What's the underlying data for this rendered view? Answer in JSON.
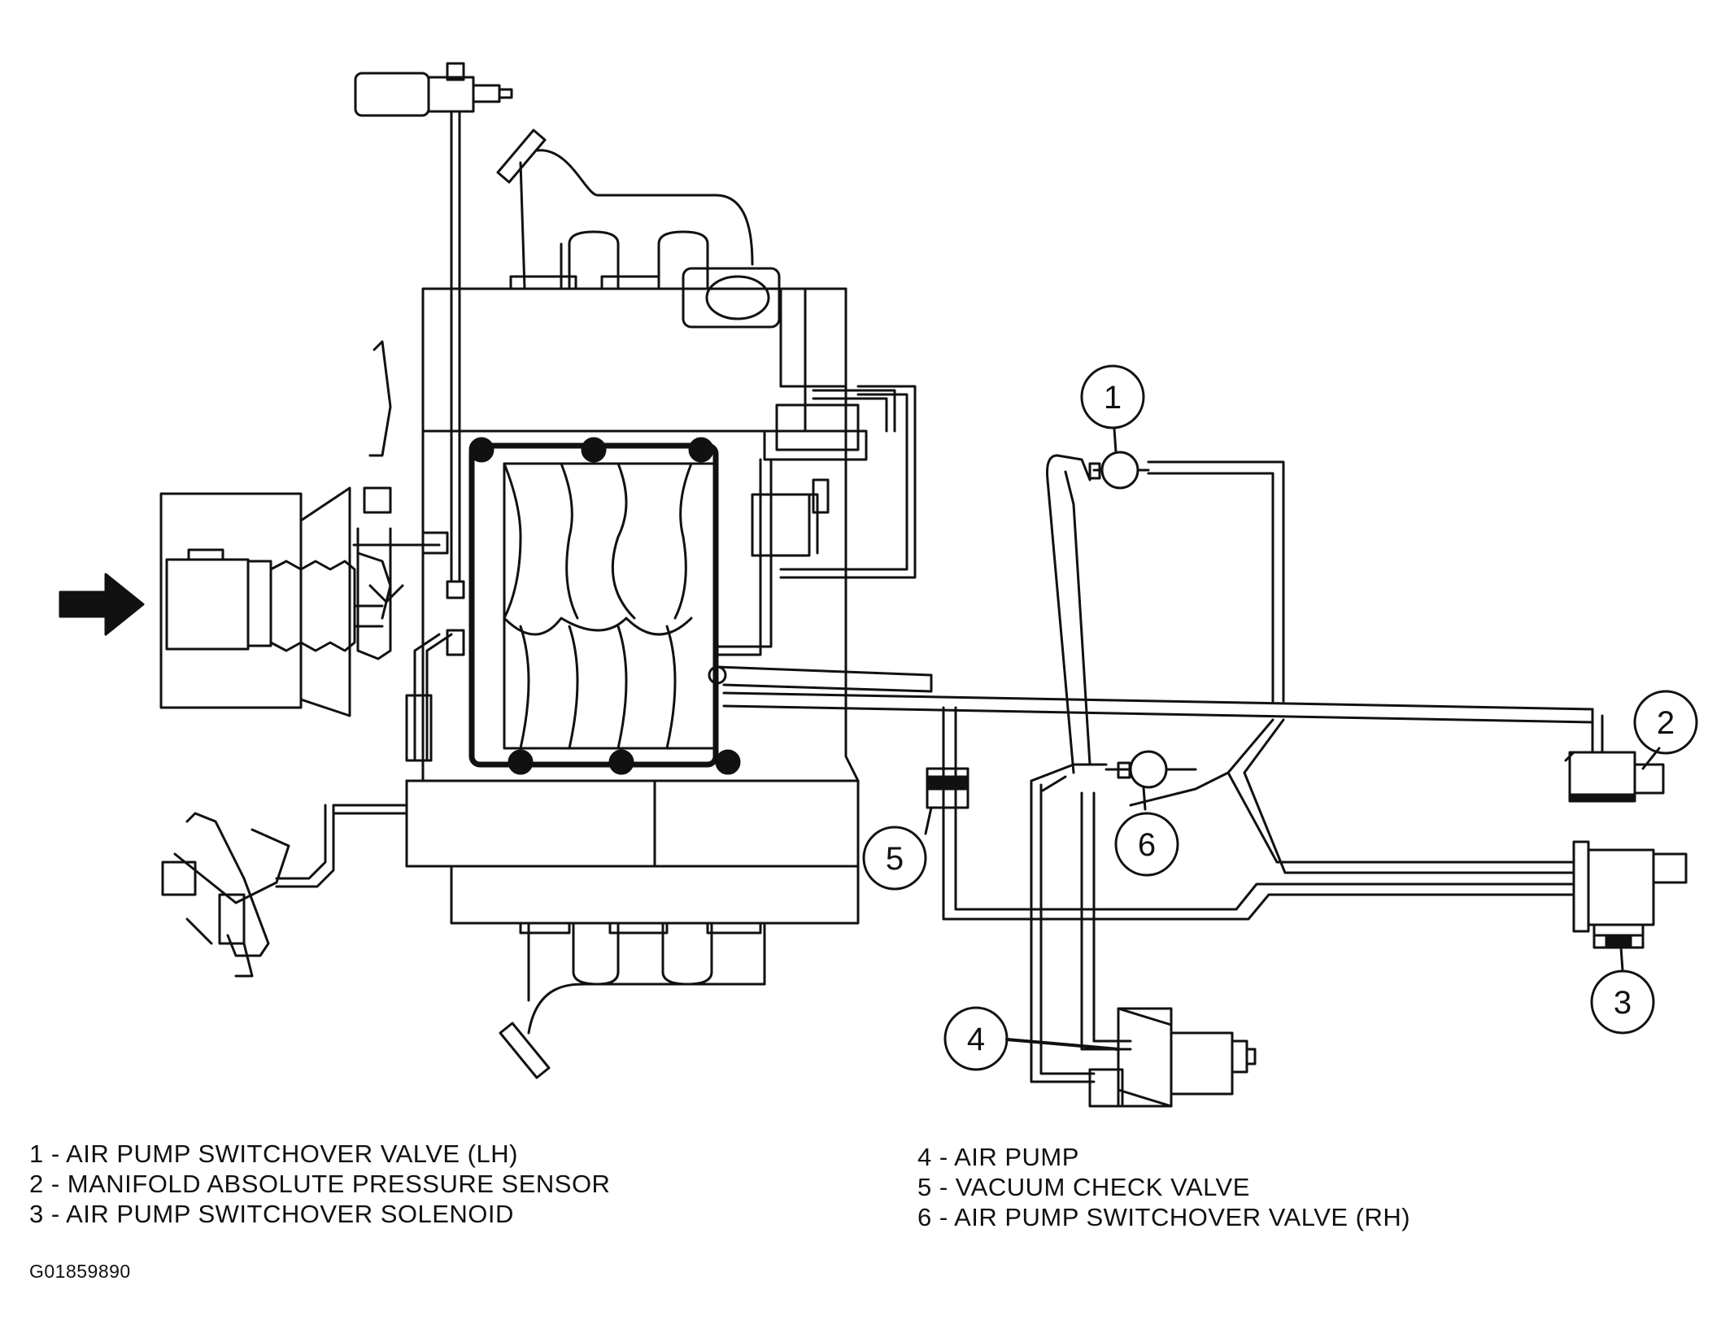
{
  "callouts": [
    "1",
    "2",
    "3",
    "4",
    "5",
    "6"
  ],
  "legend_left": [
    "1 - AIR PUMP SWITCHOVER VALVE (LH)",
    "2 - MANIFOLD ABSOLUTE PRESSURE SENSOR",
    "3 - AIR PUMP SWITCHOVER SOLENOID"
  ],
  "legend_right": [
    "4 - AIR PUMP",
    "5 - VACUUM CHECK VALVE",
    "6 - AIR PUMP SWITCHOVER VALVE (RH)"
  ],
  "figure_code": "G01859890"
}
